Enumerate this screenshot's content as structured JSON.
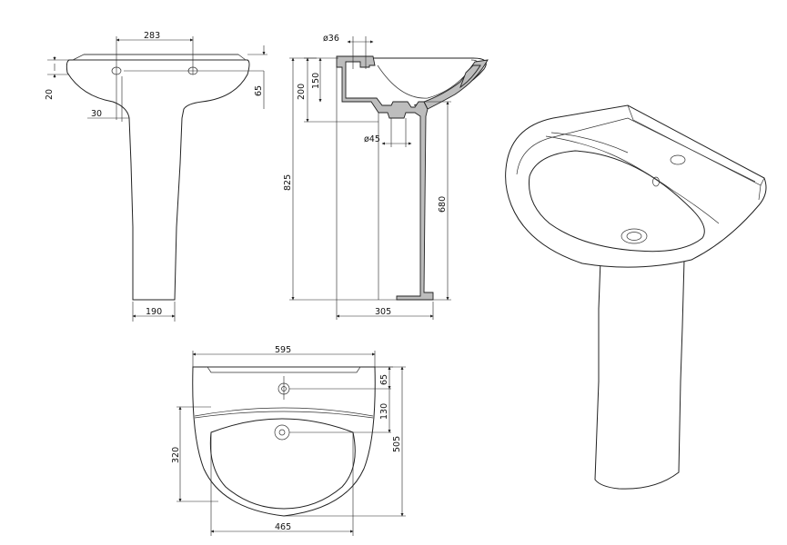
{
  "dimensions": {
    "front_tap_spacing": "283",
    "front_rim_height": "20",
    "front_right_height": "65",
    "front_offset": "30",
    "front_pedestal_width": "190",
    "side_top_hole": "ø36",
    "side_200": "200",
    "side_150": "150",
    "side_total_height": "825",
    "side_drain": "ø45",
    "side_680": "680",
    "side_depth": "305",
    "plan_width": "595",
    "plan_65": "65",
    "plan_130": "130",
    "plan_320": "320",
    "plan_depth": "505",
    "plan_bowl_width": "465"
  }
}
